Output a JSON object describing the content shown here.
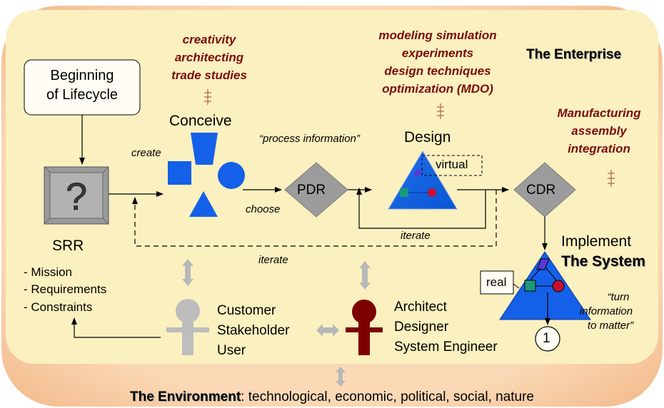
{
  "enterprise_title": "The Enterprise",
  "system_title": "The System",
  "environment": {
    "label": "The Environment",
    "rest": ": technological, economic, political, social, nature"
  },
  "beginning": {
    "line1": "Beginning",
    "line2": "of Lifecycle"
  },
  "srr": {
    "label": "SRR",
    "glyph": "?"
  },
  "srr_outputs": [
    "- Mission",
    "- Requirements",
    "- Constraints"
  ],
  "conceive": "Conceive",
  "design": "Design",
  "implement": "Implement",
  "pdr": "PDR",
  "cdr": "CDR",
  "virtual": "virtual",
  "real": "real",
  "circle_one": "1",
  "edge_labels": {
    "create": "create",
    "choose": "choose",
    "process_information": "“process information”",
    "iterate_upper": "iterate",
    "iterate_lower": "iterate",
    "turn_info": [
      "“turn",
      "information",
      "to matter”"
    ]
  },
  "red_notes": {
    "conceive": [
      "creativity",
      "architecting",
      "trade studies"
    ],
    "design": [
      "modeling simulation",
      "experiments",
      "design techniques",
      "optimization (MDO)"
    ],
    "implement": [
      "Manufacturing",
      "assembly",
      "integration"
    ]
  },
  "customer": [
    "Customer",
    "Stakeholder",
    "User"
  ],
  "architect": [
    "Architect",
    "Designer",
    "System Engineer"
  ],
  "colors": {
    "outer_band": "#f7c9a0",
    "inner_area": "#fbf0bf",
    "blue": "#1560e8",
    "gray_diamond": "#9c9c9c",
    "dark_red_text": "#7a0c0c",
    "person_gray": "#bdbdbd",
    "person_red": "#7d0000"
  }
}
